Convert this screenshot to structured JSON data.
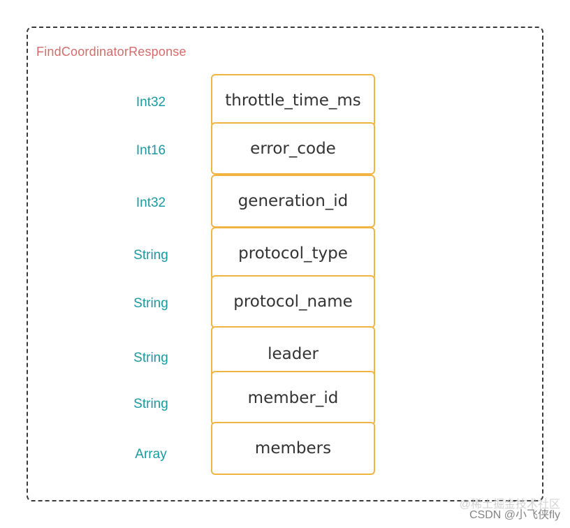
{
  "title": "FindCoordinatorResponse",
  "fields": [
    {
      "type": "Int32",
      "name": "throttle_time_ms"
    },
    {
      "type": "Int16",
      "name": "error_code"
    },
    {
      "type": "Int32",
      "name": "generation_id"
    },
    {
      "type": "String",
      "name": "protocol_type"
    },
    {
      "type": "String",
      "name": "protocol_name"
    },
    {
      "type": "String",
      "name": "leader"
    },
    {
      "type": "String",
      "name": "member_id"
    },
    {
      "type": "Array",
      "name": "members"
    }
  ],
  "watermark": {
    "line1": "@稀土掘金技术社区",
    "line2": "CSDN @小飞侠fly"
  },
  "colors": {
    "frame": "#3a3a3a",
    "title": "#d46b6b",
    "type_label": "#1a9aa0",
    "box_border": "#f2b441",
    "field_text": "#333333"
  }
}
